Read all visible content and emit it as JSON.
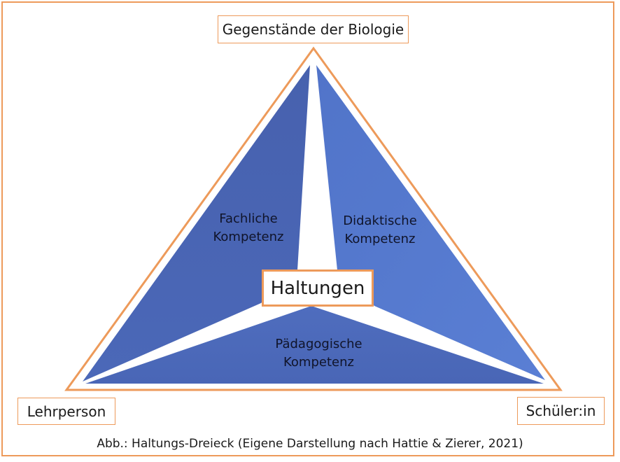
{
  "diagram": {
    "vertices": {
      "top": "Gegenstände der Biologie",
      "left": "Lehrperson",
      "right": "Schüler:in"
    },
    "center": "Haltungen",
    "sectors": {
      "left": [
        "Fachliche",
        "Kompetenz"
      ],
      "right": [
        "Didaktische",
        "Kompetenz"
      ],
      "bottom": [
        "Pädagogische",
        "Kompetenz"
      ]
    },
    "caption": "Abb.: Haltungs-Dreieck (Eigene Darstellung nach Hattie & Zierer, 2021)"
  },
  "colors": {
    "outline": "#ED9A5A",
    "sector_dark": "#4A66B4",
    "sector_light": "#5A7CCF",
    "text": "#1a1a1a"
  }
}
